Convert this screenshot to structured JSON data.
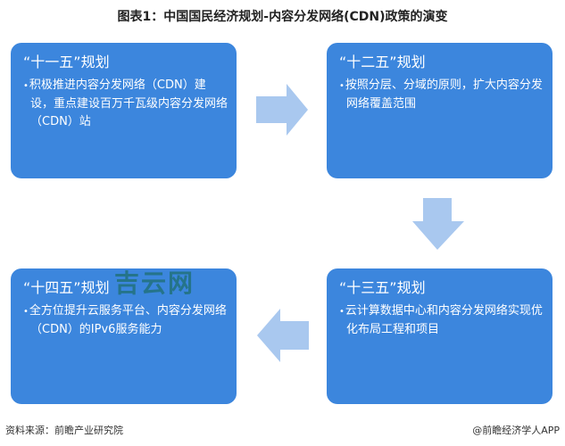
{
  "title": "图表1：中国国民经济规划-内容分发网络(CDN)政策的演变",
  "stages": [
    {
      "heading": "“十一五”规划",
      "text": "积极推进内容分发网络（CDN）建设，重点建设百万千瓦级内容分发网络（CDN）站"
    },
    {
      "heading": "“十二五”规划",
      "text": "按照分层、分域的原则，扩大内容分发网络覆盖范围"
    },
    {
      "heading": "“十三五”规划",
      "text": "云计算数据中心和内容分发网络实现优化布局工程和项目"
    },
    {
      "heading": "“十四五”规划",
      "text": "全方位提升云服务平台、内容分发网络（CDN）的IPv6服务能力"
    }
  ],
  "watermark": "吉云网",
  "footer": {
    "source": "资料来源：前瞻产业研究院",
    "credit": "@前瞻经济学人APP"
  },
  "colors": {
    "box": "#3c86dd",
    "arrow": "#a9c8ef"
  }
}
